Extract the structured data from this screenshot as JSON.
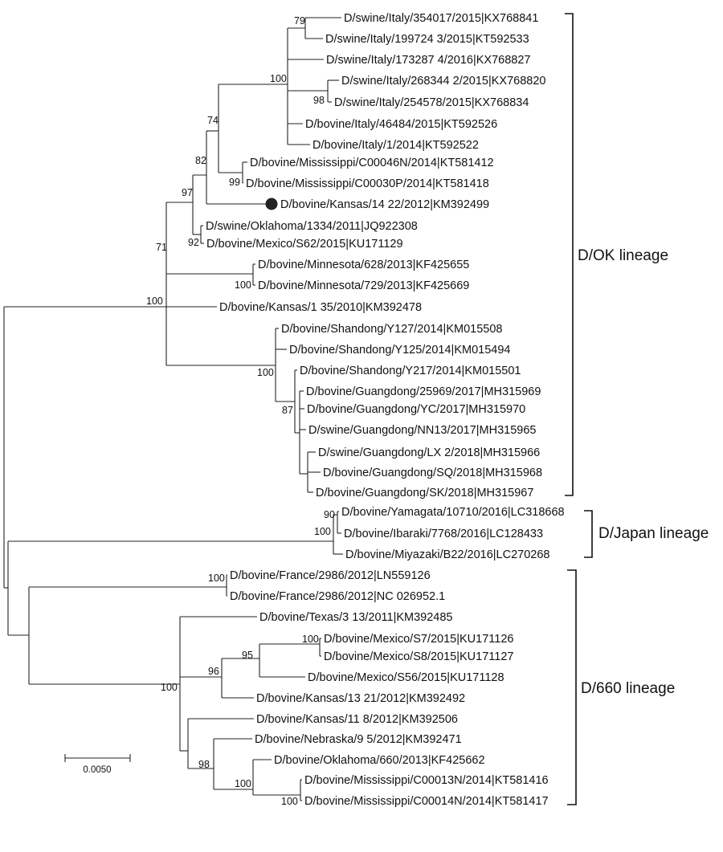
{
  "taxa": [
    "D/swine/Italy/354017/2015|KX768841",
    "D/swine/Italy/199724 3/2015|KT592533",
    "D/swine/Italy/173287 4/2016|KX768827",
    "D/swine/Italy/268344 2/2015|KX768820",
    "D/swine/Italy/254578/2015|KX768834",
    "D/bovine/Italy/46484/2015|KT592526",
    "D/bovine/Italy/1/2014|KT592522",
    "D/bovine/Mississippi/C00046N/2014|KT581412",
    "D/bovine/Mississippi/C00030P/2014|KT581418",
    "D/bovine/Kansas/14 22/2012|KM392499",
    "D/swine/Oklahoma/1334/2011|JQ922308",
    "D/bovine/Mexico/S62/2015|KU171129",
    "D/bovine/Minnesota/628/2013|KF425655",
    "D/bovine/Minnesota/729/2013|KF425669",
    "D/bovine/Kansas/1 35/2010|KM392478",
    "D/bovine/Shandong/Y127/2014|KM015508",
    "D/bovine/Shandong/Y125/2014|KM015494",
    "D/bovine/Shandong/Y217/2014|KM015501",
    "D/bovine/Guangdong/25969/2017|MH315969",
    "D/bovine/Guangdong/YC/2017|MH315970",
    "D/swine/Guangdong/NN13/2017|MH315965",
    "D/swine/Guangdong/LX 2/2018|MH315966",
    "D/bovine/Guangdong/SQ/2018|MH315968",
    "D/bovine/Guangdong/SK/2018|MH315967",
    "D/bovine/Yamagata/10710/2016|LC318668",
    "D/bovine/Ibaraki/7768/2016|LC128433",
    "D/bovine/Miyazaki/B22/2016|LC270268",
    "D/bovine/France/2986/2012|LN559126",
    "D/bovine/France/2986/2012|NC 026952.1",
    "D/bovine/Texas/3 13/2011|KM392485",
    "D/bovine/Mexico/S7/2015|KU171126",
    "D/bovine/Mexico/S8/2015|KU171127",
    "D/bovine/Mexico/S56/2015|KU171128",
    "D/bovine/Kansas/13 21/2012|KM392492",
    "D/bovine/Kansas/11 8/2012|KM392506",
    "D/bovine/Nebraska/9 5/2012|KM392471",
    "D/bovine/Oklahoma/660/2013|KF425662",
    "D/bovine/Mississippi/C00013N/2014|KT581416",
    "D/bovine/Mississippi/C00014N/2014|KT581417"
  ],
  "bootstrap": [
    "79",
    "100",
    "98",
    "74",
    "82",
    "99",
    "97",
    "71",
    "92",
    "100",
    "100",
    "100",
    "87",
    "90",
    "100",
    "100",
    "100",
    "95",
    "96",
    "100",
    "98",
    "100",
    "100"
  ],
  "clades": [
    {
      "label": "D/OK lineage"
    },
    {
      "label": "D/Japan lineage"
    },
    {
      "label": "D/660 lineage"
    }
  ],
  "scale_bar": {
    "label": "0.0050"
  },
  "colors": {
    "line": "#222222",
    "text": "#111111",
    "marker": "#222222"
  }
}
